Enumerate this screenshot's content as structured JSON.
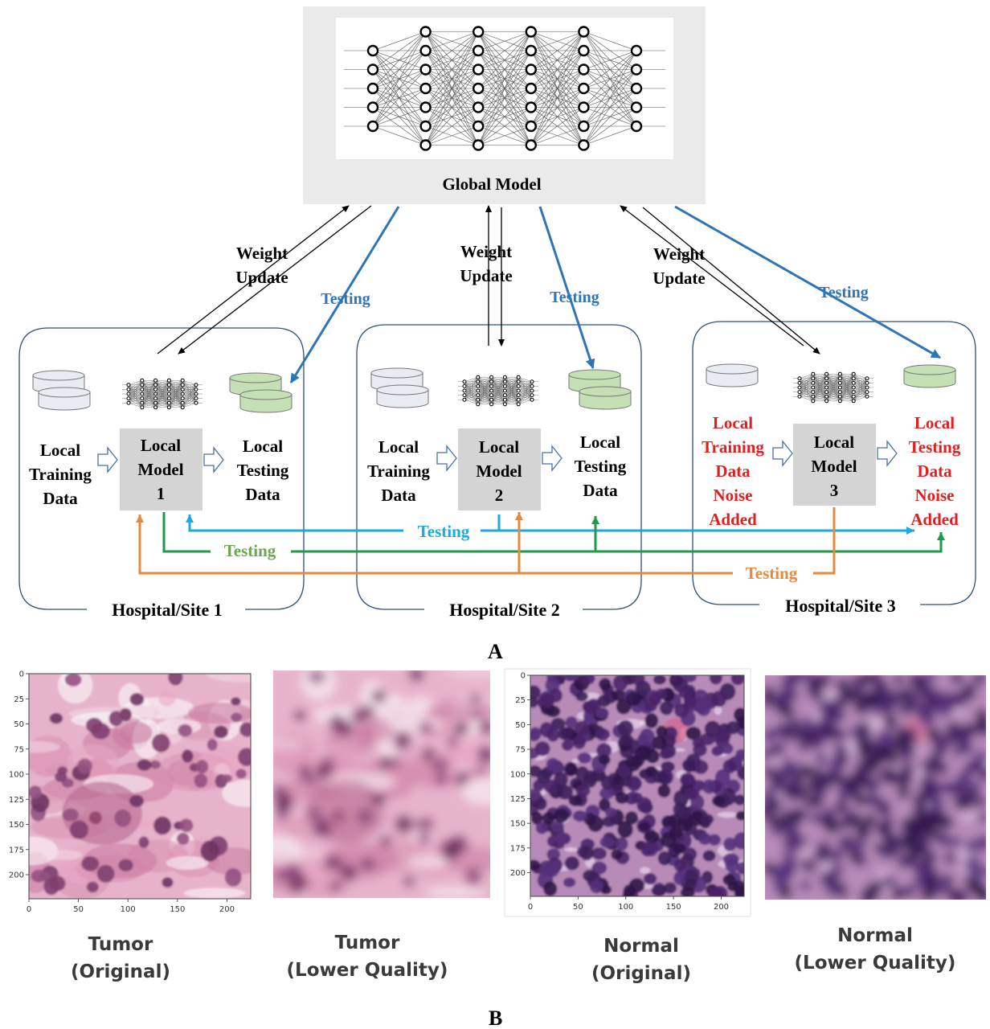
{
  "global_model": {
    "label": "Global Model"
  },
  "links": {
    "weight_update": [
      "Weight",
      "Update"
    ],
    "testing": "Testing"
  },
  "sites": [
    {
      "label": "Hospital/Site 1",
      "training": [
        "Local",
        "Training",
        "Data"
      ],
      "model": [
        "Local",
        "Model",
        "1"
      ],
      "testing": [
        "Local",
        "Testing",
        "Data"
      ]
    },
    {
      "label": "Hospital/Site 2",
      "training": [
        "Local",
        "Training",
        "Data"
      ],
      "model": [
        "Local",
        "Model",
        "2"
      ],
      "testing": [
        "Local",
        "Testing",
        "Data"
      ]
    },
    {
      "label": "Hospital/Site 3",
      "training": [
        "Local",
        "Training",
        "Data",
        "Noise",
        "Added"
      ],
      "model": [
        "Local",
        "Model",
        "3"
      ],
      "testing": [
        "Local",
        "Testing",
        "Data",
        "Noise",
        "Added"
      ]
    }
  ],
  "cross_testing": {
    "cyan": "Testing",
    "green": "Testing",
    "orange": "Testing"
  },
  "colors": {
    "cyan": "#1ba9df",
    "green": "#1e9a4a",
    "orange": "#e38a3e",
    "blue": "#1f77b4",
    "red": "#e02020",
    "green_label": "#6aa84f",
    "cylinder_green": "#c5e0b4",
    "cylinder_grey": "#e8ebf2"
  },
  "panel_a": "A",
  "panel_b": "B",
  "images": [
    {
      "caption": [
        "Tumor",
        "(Original)"
      ],
      "axes": {
        "yticks": [
          "0",
          "25",
          "50",
          "75",
          "100",
          "125",
          "150",
          "175",
          "200"
        ],
        "xticks": [
          "0",
          "50",
          "100",
          "150",
          "200"
        ]
      }
    },
    {
      "caption": [
        "Tumor",
        "(Lower Quality)"
      ]
    },
    {
      "caption": [
        "Normal",
        "(Original)"
      ],
      "axes": {
        "yticks": [
          "0",
          "25",
          "50",
          "75",
          "100",
          "125",
          "150",
          "175",
          "200"
        ],
        "xticks": [
          "0",
          "50",
          "100",
          "150",
          "200"
        ]
      }
    },
    {
      "caption": [
        "Normal",
        "(Lower Quality)"
      ]
    }
  ]
}
